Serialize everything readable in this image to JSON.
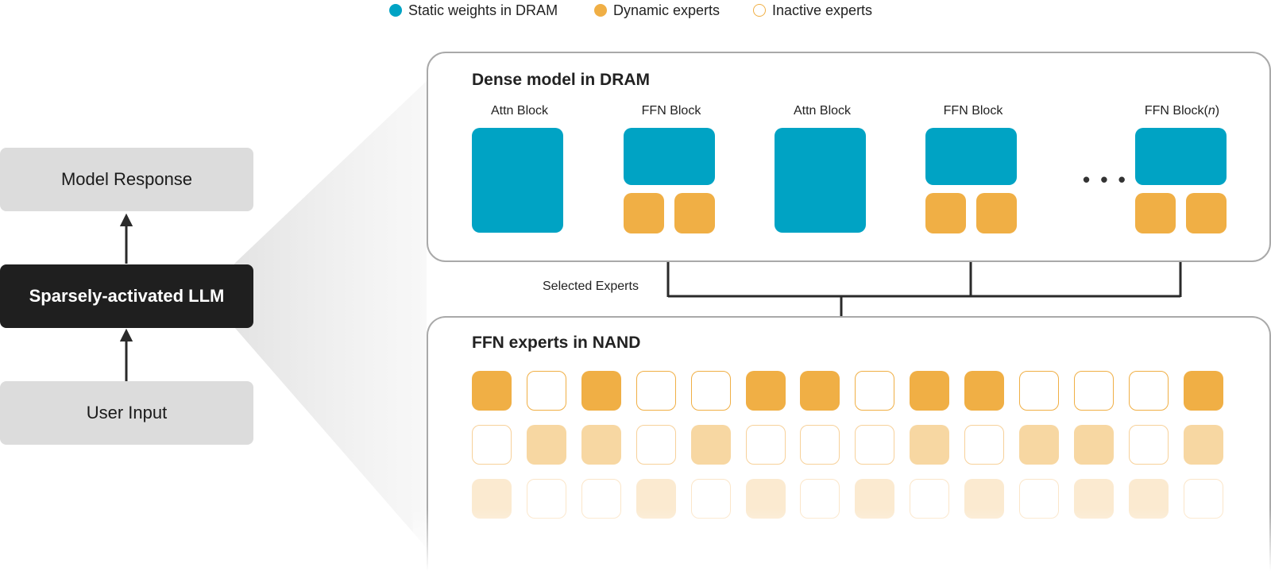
{
  "legend": {
    "static": "Static weights in DRAM",
    "dynamic": "Dynamic experts",
    "inactive": "Inactive experts"
  },
  "colors": {
    "static": "#00A3C4",
    "dynamic": "#F0AF45",
    "panel_border": "#A9A9A9",
    "dark_box": "#1F1F1F",
    "gray_box": "#DCDCDC"
  },
  "left": {
    "response": "Model Response",
    "llm": "Sparsely-activated LLM",
    "input": "User Input"
  },
  "dram": {
    "title": "Dense model in DRAM",
    "blocks": [
      "Attn Block",
      "FFN Block",
      "Attn Block",
      "FFN Block"
    ],
    "last_block": "FFN Block(",
    "last_block_var": "n",
    "last_block_close": ")",
    "ellipsis": "• • •"
  },
  "selected_label": "Selected Experts",
  "nand": {
    "title": "FFN experts in NAND",
    "rows": [
      [
        1,
        0,
        1,
        0,
        0,
        1,
        1,
        0,
        1,
        1,
        0,
        0,
        0,
        1
      ],
      [
        0,
        1,
        1,
        0,
        1,
        0,
        0,
        0,
        1,
        0,
        1,
        1,
        0,
        1
      ],
      [
        1,
        0,
        0,
        1,
        0,
        1,
        0,
        1,
        0,
        1,
        0,
        1,
        1,
        0
      ]
    ]
  }
}
